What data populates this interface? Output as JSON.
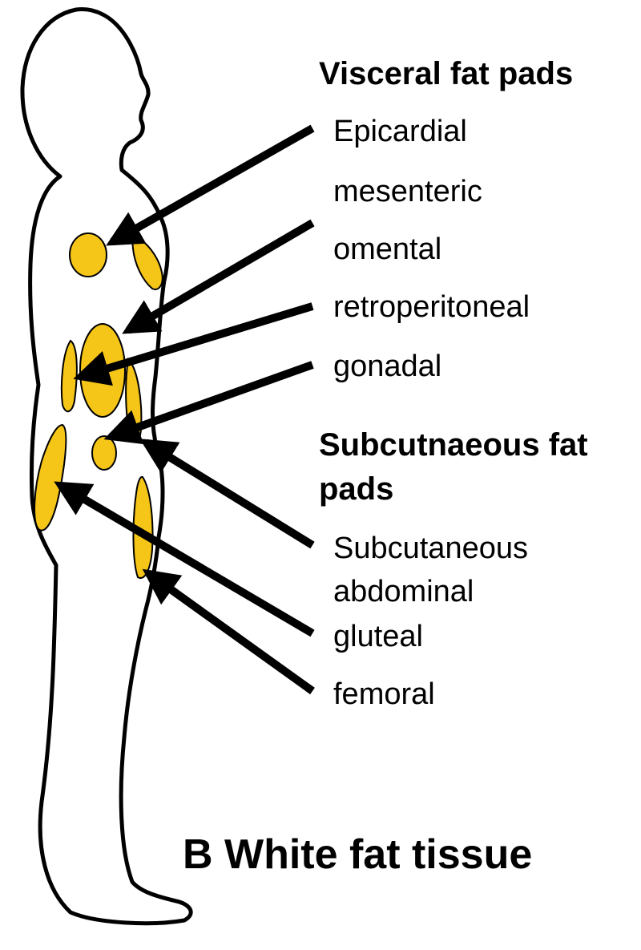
{
  "visceral": {
    "heading": "Visceral fat pads",
    "labels": [
      "Epicardial",
      "mesenteric",
      "omental",
      "retroperitoneal",
      "gonadal"
    ]
  },
  "subcutaneous": {
    "heading_line1": "Subcutnaeous fat",
    "heading_line2": "pads",
    "labels": [
      "Subcutaneous",
      "abdominal",
      "gluteal",
      "femoral"
    ]
  },
  "title": "B White fat tissue",
  "colors": {
    "fat": "#f5c518",
    "outline": "#000000"
  }
}
